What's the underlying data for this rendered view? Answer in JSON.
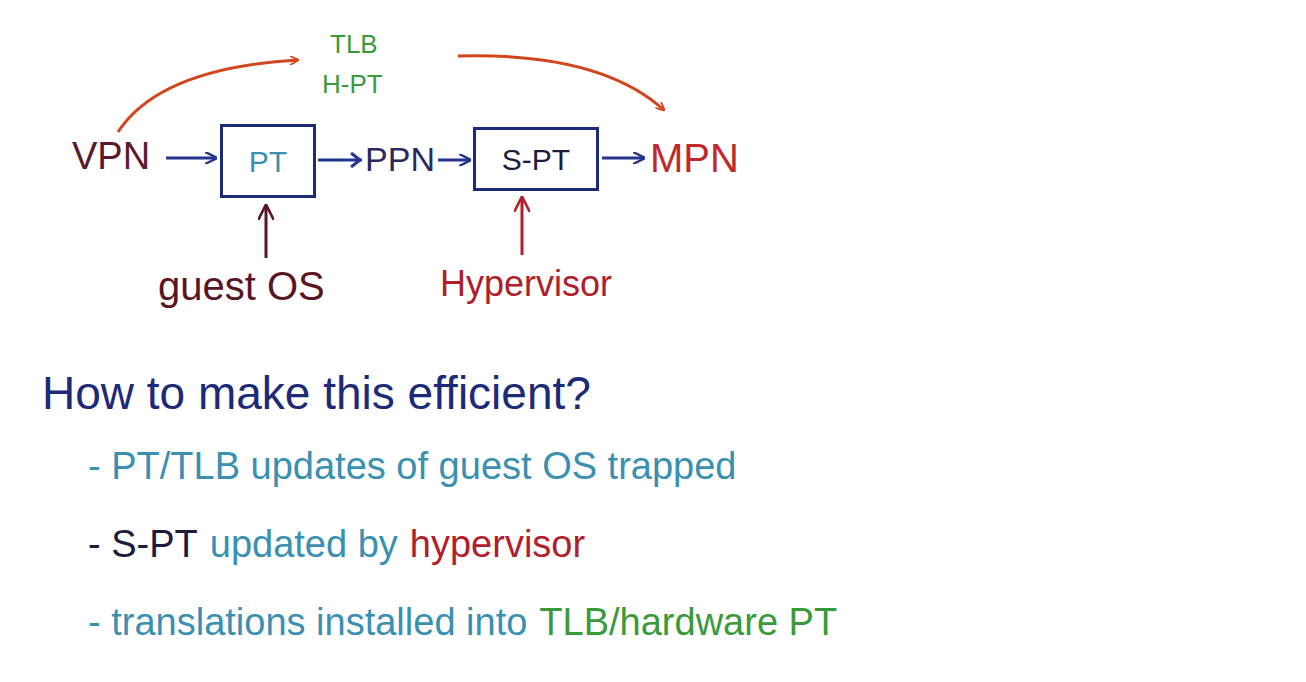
{
  "diagram": {
    "nodes": [
      {
        "text": [
          "PT"
        ]
      },
      {
        "text": [
          "S-PT"
        ]
      }
    ],
    "edges": [
      {
        "from": 0,
        "to": 1,
        "arrow": "to",
        "label": "PPN"
      }
    ],
    "labels": [
      "TLB",
      "H-PT",
      "VPN",
      "MPN",
      "guest OS",
      "Hypervisor",
      "How to make this efficient?",
      "- PT/TLB updates of guest OS trapped",
      "- S-PT",
      "updated by",
      "hypervisor",
      "- translations installed into",
      "TLB/hardware PT"
    ]
  }
}
